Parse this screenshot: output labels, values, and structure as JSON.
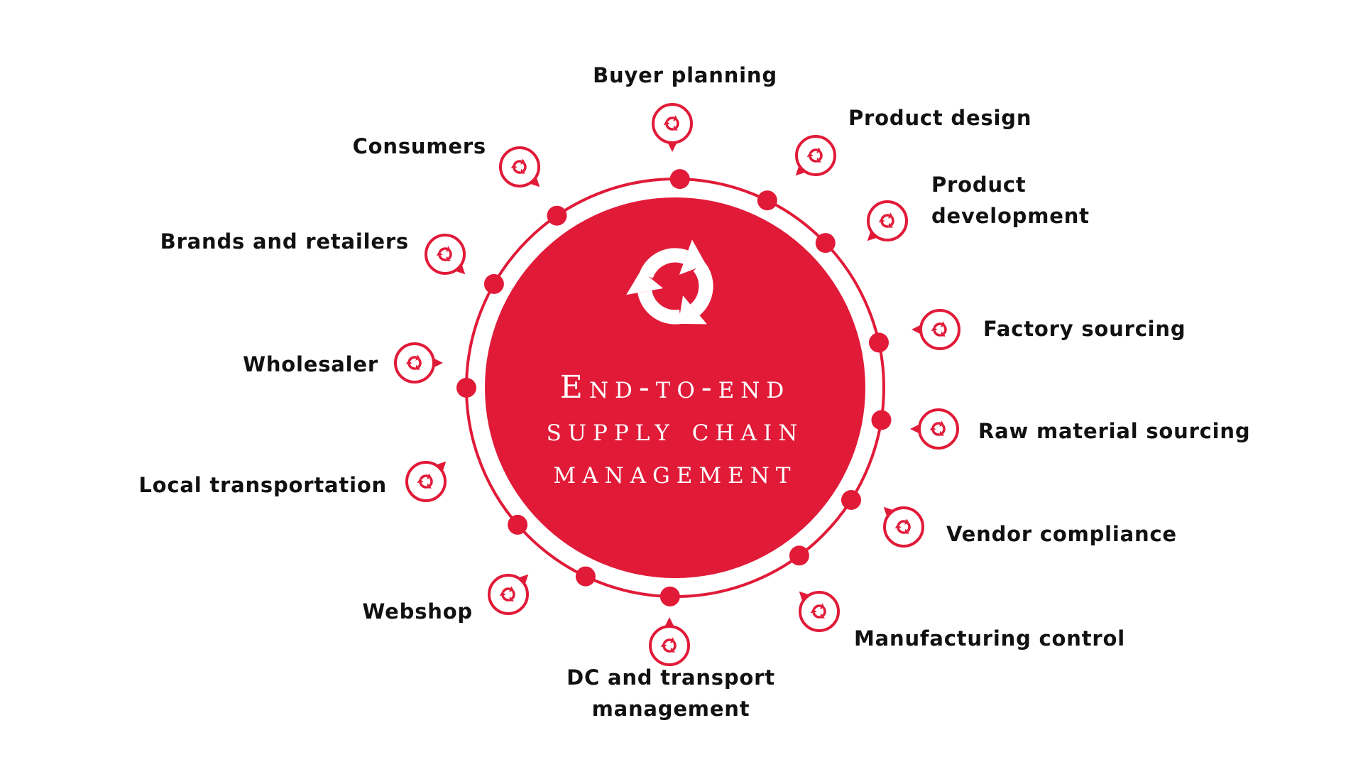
{
  "colors": {
    "accent": "#e11a38",
    "text": "#111111",
    "background": "#ffffff",
    "center_text": "#ffffff"
  },
  "center": {
    "icon": "cycle-arrows-icon",
    "title_lines": [
      "End-to-end",
      "supply chain",
      "management"
    ]
  },
  "ring_icon": "cycle-arrows-icon",
  "nodes": [
    {
      "id": "buyer-planning",
      "lines": [
        "Buyer planning"
      ]
    },
    {
      "id": "product-design",
      "lines": [
        "Product design"
      ]
    },
    {
      "id": "product-development",
      "lines": [
        "Product",
        "development"
      ]
    },
    {
      "id": "factory-sourcing",
      "lines": [
        "Factory sourcing"
      ]
    },
    {
      "id": "raw-material-sourcing",
      "lines": [
        "Raw material sourcing"
      ]
    },
    {
      "id": "vendor-compliance",
      "lines": [
        "Vendor compliance"
      ]
    },
    {
      "id": "manufacturing-control",
      "lines": [
        "Manufacturing control"
      ]
    },
    {
      "id": "dc-and-transport-management",
      "lines": [
        "DC and transport",
        "management"
      ]
    },
    {
      "id": "webshop",
      "lines": [
        "Webshop"
      ]
    },
    {
      "id": "local-transportation",
      "lines": [
        "Local transportation"
      ]
    },
    {
      "id": "wholesaler",
      "lines": [
        "Wholesaler"
      ]
    },
    {
      "id": "brands-and-retailers",
      "lines": [
        "Brands and retailers"
      ]
    },
    {
      "id": "consumers",
      "lines": [
        "Consumers"
      ]
    }
  ]
}
